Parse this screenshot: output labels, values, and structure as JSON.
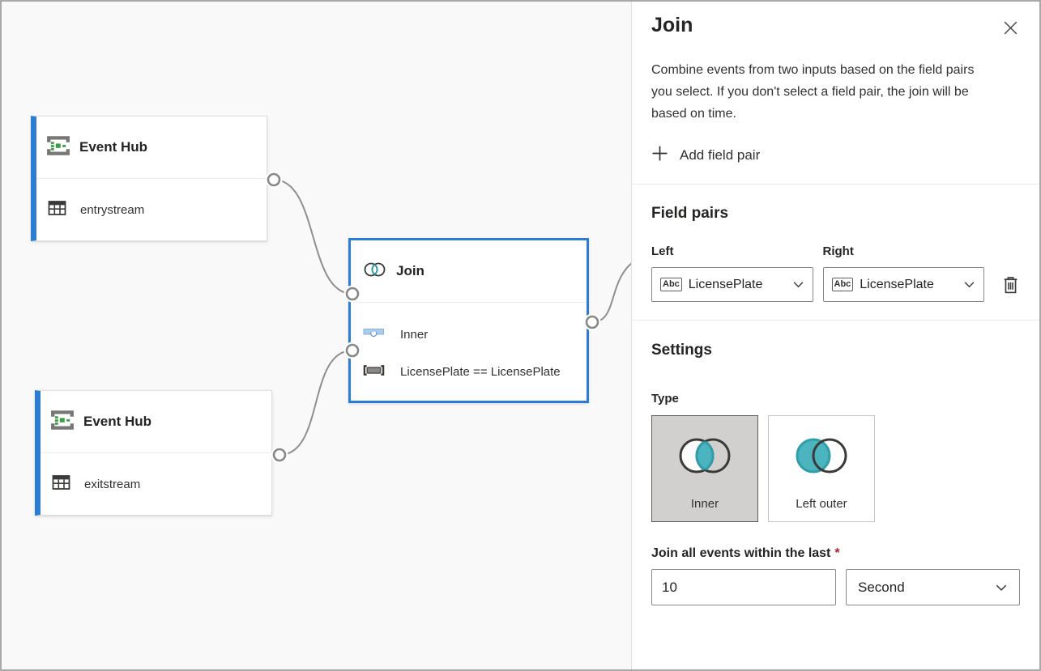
{
  "canvas": {
    "nodes": {
      "entry": {
        "type_label": "Event Hub",
        "stream_name": "entrystream"
      },
      "join": {
        "type_label": "Join",
        "join_type": "Inner",
        "condition": "LicensePlate == LicensePlate"
      },
      "exit": {
        "type_label": "Event Hub",
        "stream_name": "exitstream"
      }
    }
  },
  "panel": {
    "title": "Join",
    "description": "Combine events from two inputs based on the field pairs you select. If you don't select a field pair, the join will be based on time.",
    "add_field_pair_label": "Add field pair",
    "field_pairs": {
      "heading": "Field pairs",
      "left_label": "Left",
      "right_label": "Right",
      "left_value": "LicensePlate",
      "right_value": "LicensePlate",
      "field_type_badge": "Abc"
    },
    "settings": {
      "heading": "Settings",
      "type_label": "Type",
      "type_options": [
        {
          "label": "Inner",
          "selected": true
        },
        {
          "label": "Left outer",
          "selected": false
        }
      ],
      "window_label": "Join all events within the last",
      "required_marker": "*",
      "window_value": "10",
      "window_unit": "Second"
    }
  },
  "icons": {
    "close": "close-icon",
    "add": "plus-icon",
    "delete": "trash-icon",
    "dropdown": "chevron-down-icon",
    "event_hub": "event-hub-icon",
    "stream_table": "table-icon",
    "join": "venn-diagram-icon",
    "inner_join_marker": "inner-join-icon",
    "join_condition": "license-plate-icon",
    "field_type": "abc-badge"
  },
  "colors": {
    "accent_blue": "#2b7cd3",
    "teal_fill": "#4cb4bf",
    "teal_stroke": "#2e9fa9",
    "selected_card_bg": "#d2d0ce",
    "required_red": "#a4262c",
    "wire_gray": "#8f8f8f",
    "canvas_bg": "#f9f9f9"
  }
}
